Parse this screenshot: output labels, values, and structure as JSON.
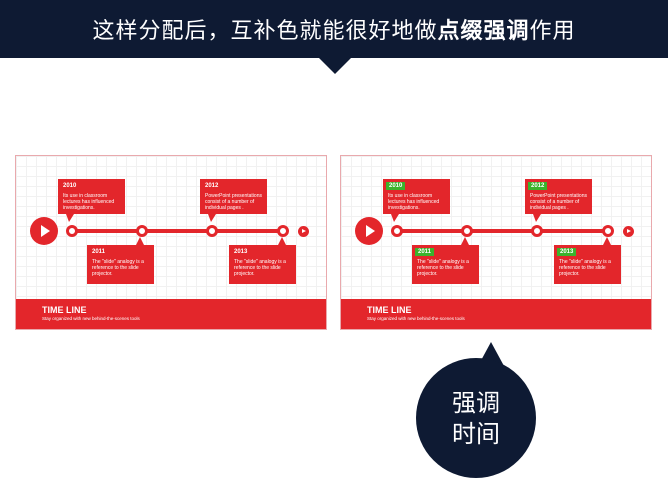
{
  "header": {
    "title_a": "这样分配后，互补色就能很好地做",
    "title_b": "点缀强调",
    "title_c": "作用"
  },
  "slide": {
    "events": [
      {
        "year": "2010",
        "text": "Its use in classroom lectures has influenced investigations."
      },
      {
        "year": "2011",
        "text": "The \"slide\" analogy is a reference to the slide projector."
      },
      {
        "year": "2012",
        "text": "PowerPoint presentations consist of a number of individual pages ."
      },
      {
        "year": "2013",
        "text": "The \"slide\" analogy is a reference to the slide projector."
      }
    ],
    "footer_title": "TIME LINE",
    "footer_subtitle": "Stay organized with new behind-the-scenes tools"
  },
  "callout": {
    "line1": "强调",
    "line2": "时间"
  },
  "colors": {
    "navy": "#0e1a33",
    "red": "#e3262b",
    "green": "#3bb32c"
  }
}
